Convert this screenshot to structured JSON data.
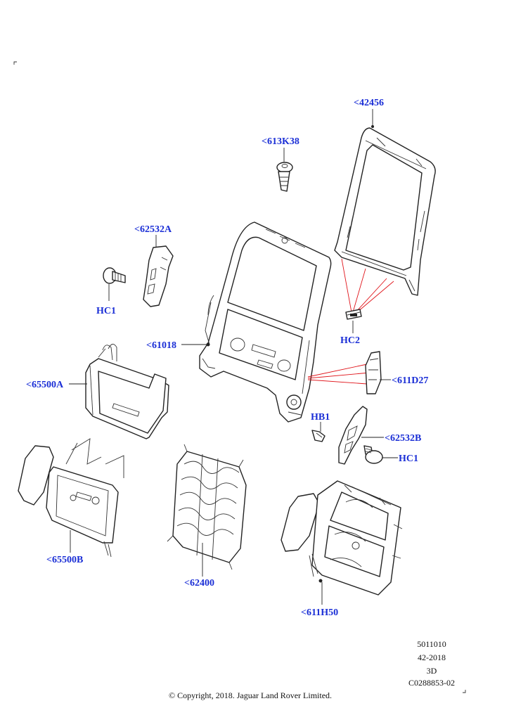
{
  "callouts": {
    "c42456": "<42456",
    "c613k38": "<613K38",
    "c62532a": "<62532A",
    "hc1_left": "HC1",
    "c61018": "<61018",
    "hc2": "HC2",
    "c65500a": "<65500A",
    "c611d27": "<611D27",
    "hb1": "HB1",
    "c62532b": "<62532B",
    "hc1_right": "HC1",
    "c65500b": "<65500B",
    "c62400": "<62400",
    "c611h50": "<611H50"
  },
  "info_block": {
    "line1": "5011010",
    "line2": "42-2018",
    "line3": "3D",
    "line4": "C0288853-02"
  },
  "copyright": "© Copyright, 2018. Jaguar Land Rover Limited.",
  "colors": {
    "callout": "#1a2ed6",
    "leader_red": "#e0151b",
    "line": "#222222"
  }
}
